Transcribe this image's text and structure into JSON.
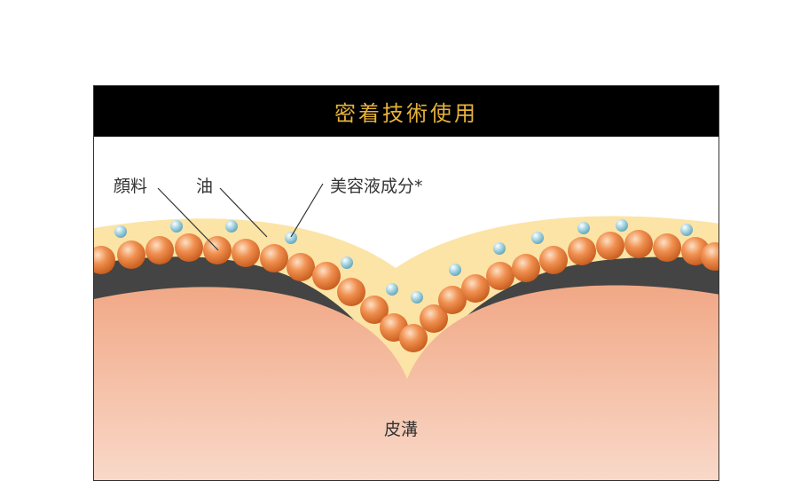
{
  "title": "密着技術使用",
  "labels": {
    "pigment": "顔料",
    "oil": "油",
    "serum": "美容液成分*",
    "groove": "皮溝"
  },
  "colors": {
    "banner_bg": "#000000",
    "title_text": "#e7b23a",
    "skin_top": "#f1a886",
    "skin_bottom": "#f9d9c9",
    "dark_layer": "#444444",
    "oil_layer": "#fbe4a6",
    "pigment_ball": "#e8813a",
    "serum_ball": "#9fd0de"
  }
}
